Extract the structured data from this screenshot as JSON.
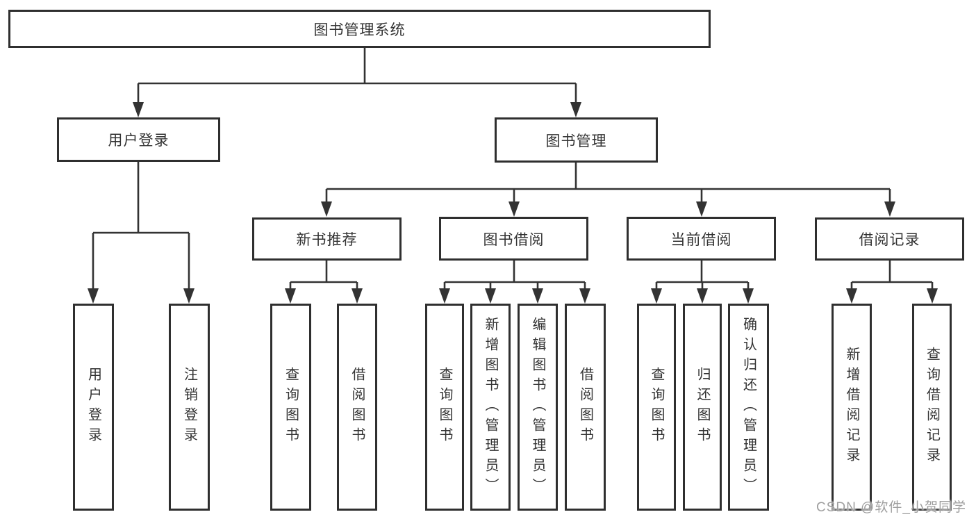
{
  "tree": {
    "label": "图书管理系统",
    "children": [
      {
        "label": "用户登录",
        "children": [
          {
            "label": "用户登录"
          },
          {
            "label": "注销登录"
          }
        ]
      },
      {
        "label": "图书管理",
        "children": [
          {
            "label": "新书推荐",
            "children": [
              {
                "label": "查询图书"
              },
              {
                "label": "借阅图书"
              }
            ]
          },
          {
            "label": "图书借阅",
            "children": [
              {
                "label": "查询图书"
              },
              {
                "label": "新增图书（管理员）"
              },
              {
                "label": "编辑图书（管理员）"
              },
              {
                "label": "借阅图书"
              }
            ]
          },
          {
            "label": "当前借阅",
            "children": [
              {
                "label": "查询图书"
              },
              {
                "label": "归还图书"
              },
              {
                "label": "确认归还（管理员）"
              }
            ]
          },
          {
            "label": "借阅记录",
            "children": [
              {
                "label": "新增借阅记录"
              },
              {
                "label": "查询借阅记录"
              }
            ]
          }
        ]
      }
    ]
  },
  "watermark": "CSDN @软件_小贺同学",
  "colors": {
    "line": "#333333",
    "box_border": "#2f2f2f",
    "box_fill": "#ffffff",
    "text": "#333333",
    "watermark": "#9e9e9e",
    "background": "#ffffff"
  }
}
